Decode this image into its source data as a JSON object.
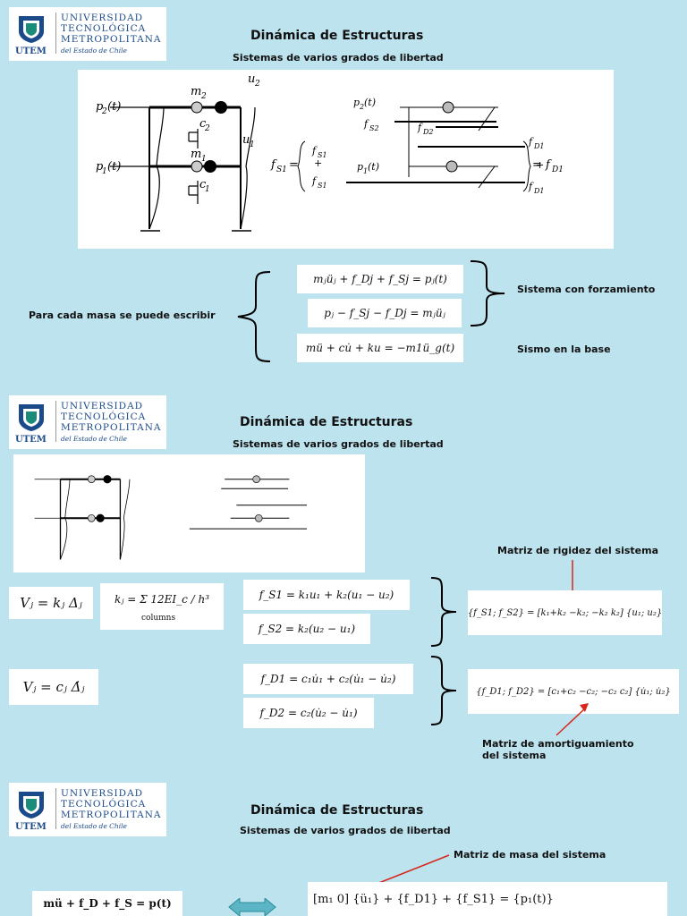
{
  "colors": {
    "background": "#bde3ee",
    "logo_blue": "#1b4a8a",
    "logo_teal": "#1b8c7a",
    "arrow_red": "#d8271c"
  },
  "logo": {
    "name_line1": "UNIVERSIDAD",
    "name_line2": "TECNOLÓGICA",
    "name_line3": "METROPOLITANA",
    "abbr": "UTEM",
    "tagline": "del Estado de Chile"
  },
  "slide1": {
    "title": "Dinámica de Estructuras",
    "subtitle": "Sistemas de varios grados de libertad",
    "eq1": "mⱼüⱼ + f_Dj + f_Sj = pⱼ(t)",
    "eq2": "pⱼ − f_Sj − f_Dj = mⱼüⱼ",
    "eq3": "mü + cu̇ + ku = −m1ü_g(t)",
    "label_left": "Para cada masa se puede escribir",
    "label_forcing": "Sistema con forzamiento",
    "label_base": "Sismo en la base"
  },
  "slide2": {
    "title": "Dinámica de Estructuras",
    "subtitle": "Sistemas de varios grados de libertad",
    "eq_vk": "Vⱼ = kⱼ Δⱼ",
    "eq_kj": "kⱼ = Σ 12EI_c / h³",
    "eq_kj_sub": "columns",
    "eq_fs1": "f_S1 = k₁u₁ + k₂(u₁ − u₂)",
    "eq_fs2": "f_S2 = k₂(u₂ − u₁)",
    "eq_vc": "Vⱼ = cⱼ Δ̇ⱼ",
    "eq_fd1": "f_D1 = c₁u̇₁ + c₂(u̇₁ − u̇₂)",
    "eq_fd2": "f_D2 = c₂(u̇₂ − u̇₁)",
    "matrix_k": "{f_S1; f_S2} = [k₁+k₂  −k₂; −k₂  k₂] {u₁; u₂}",
    "matrix_c": "{f_D1; f_D2} = [c₁+c₂  −c₂; −c₂  c₂] {u̇₁; u̇₂}",
    "label_rigidez": "Matriz de rigidez del sistema",
    "label_amort_1": "Matriz de amortiguamiento",
    "label_amort_2": "del sistema"
  },
  "slide3": {
    "title": "Dinámica de Estructuras",
    "subtitle": "Sistemas de varios grados de libertad",
    "label_masa": "Matriz de masa del sistema",
    "eq_main": "mü + f_D + f_S = p(t)",
    "eq_matrix": "[m₁ 0] {ü₁} + {f_D1} + {f_S1} = {p₁(t)}"
  }
}
